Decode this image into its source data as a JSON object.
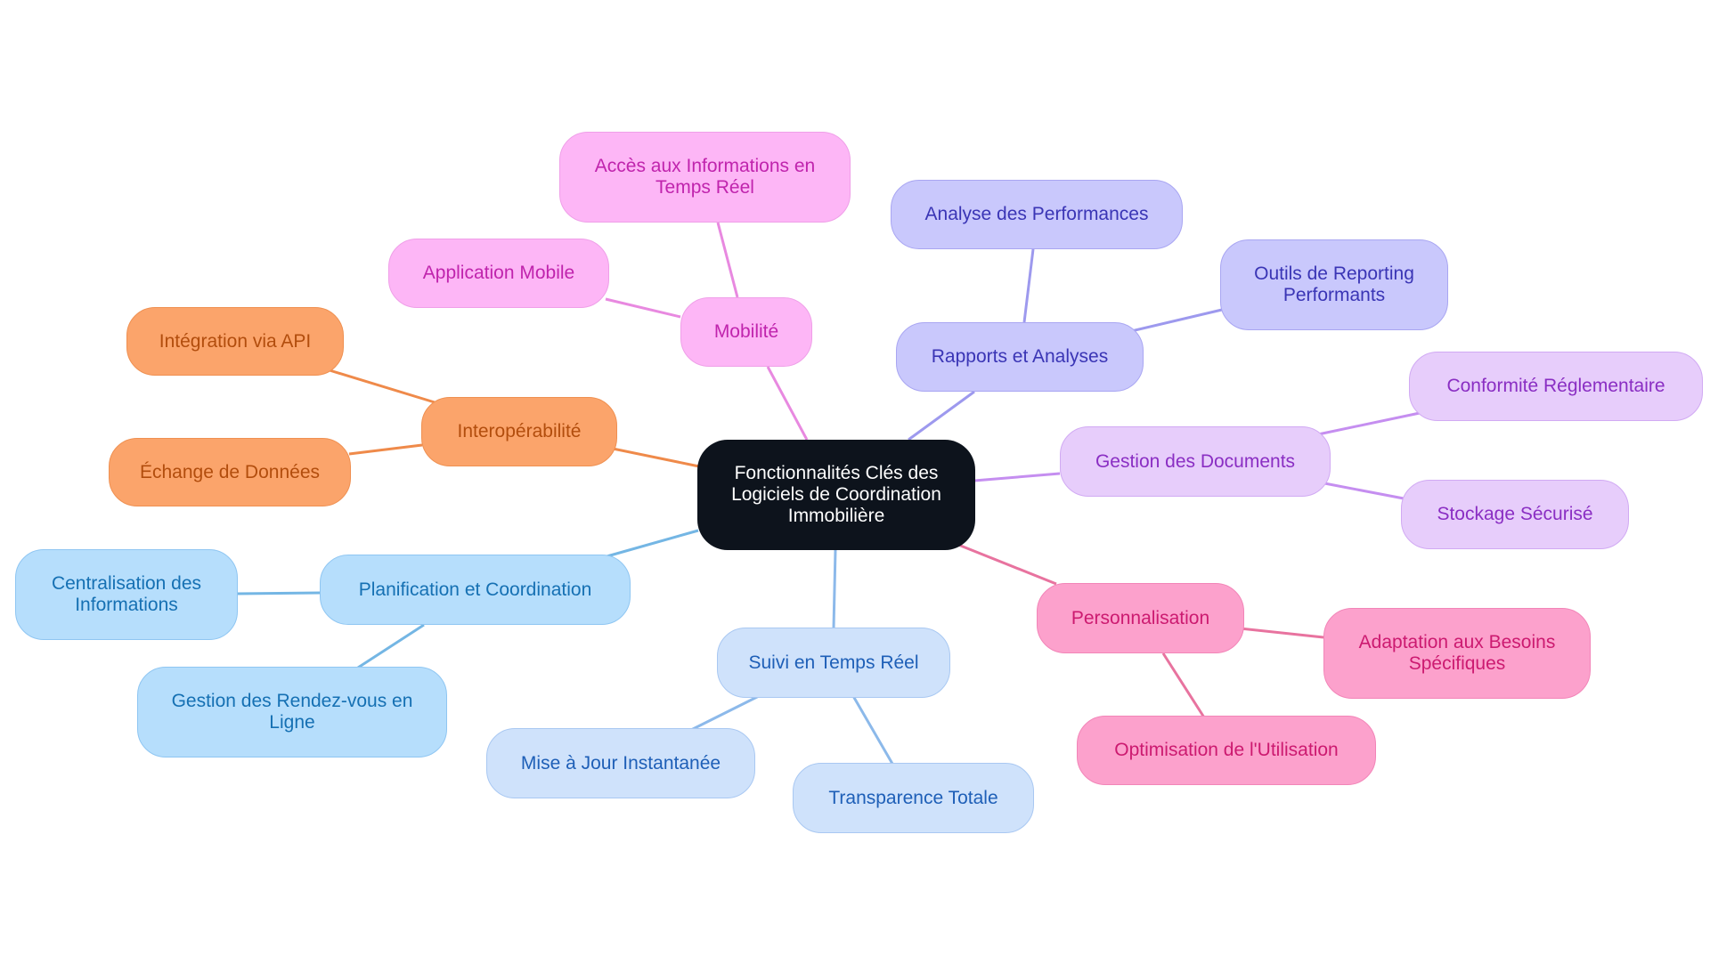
{
  "mindmap": {
    "root": "Fonctionnalités Clés des Logiciels de Coordination Immobilière",
    "branches": {
      "interoperabilite": {
        "label": "Interopérabilité",
        "color": "#fba46b",
        "children": [
          "Intégration via API",
          "Échange de Données"
        ]
      },
      "mobilite": {
        "label": "Mobilité",
        "color": "#fdb6f6",
        "children": [
          "Application Mobile",
          "Accès aux Informations en Temps Réel"
        ]
      },
      "rapports": {
        "label": "Rapports et Analyses",
        "color": "#c9c8fc",
        "children": [
          "Analyse des Performances",
          "Outils de Reporting Performants"
        ]
      },
      "documents": {
        "label": "Gestion des Documents",
        "color": "#e7cdfb",
        "children": [
          "Conformité Réglementaire",
          "Stockage Sécurisé"
        ]
      },
      "personnalisation": {
        "label": "Personnalisation",
        "color": "#fca1cc",
        "children": [
          "Adaptation aux Besoins Spécifiques",
          "Optimisation de l'Utilisation"
        ]
      },
      "suivi": {
        "label": "Suivi en Temps Réel",
        "color": "#cfe2fb",
        "children": [
          "Mise à Jour Instantanée",
          "Transparence Totale"
        ]
      },
      "planification": {
        "label": "Planification et Coordination",
        "color": "#b6defc",
        "children": [
          "Centralisation des Informations",
          "Gestion des Rendez-vous en Ligne"
        ]
      }
    }
  }
}
